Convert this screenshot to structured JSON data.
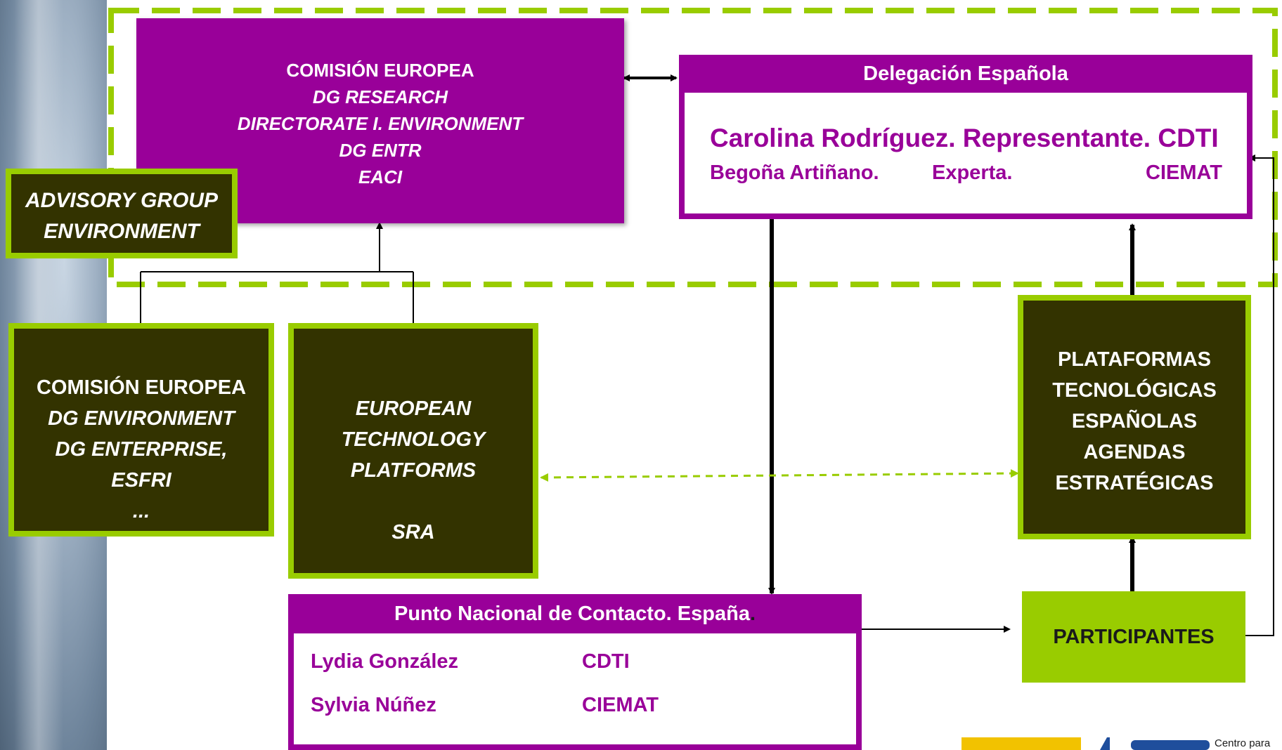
{
  "comision_dg_research": {
    "line1": "COMISIÓN EUROPEA",
    "line2": "DG RESEARCH",
    "line3": "DIRECTORATE I. ENVIRONMENT",
    "line4": "DG ENTR",
    "line5": "EACI"
  },
  "delegacion": {
    "header": "Delegación Española",
    "rep_name": "Carolina Rodríguez.",
    "rep_role": "Representante.",
    "rep_org": "CDTI",
    "exp_name": "Begoña Artiñano.",
    "exp_role": "Experta.",
    "exp_org": "CIEMAT"
  },
  "advisory": {
    "line1": "ADVISORY GROUP",
    "line2": "ENVIRONMENT"
  },
  "comision_dg_env": {
    "line1": "COMISIÓN EUROPEA",
    "line2": "DG ENVIRONMENT",
    "line3": "DG ENTERPRISE,",
    "line4": "ESFRI",
    "line5": "..."
  },
  "etp": {
    "line1": "EUROPEAN",
    "line2": "TECHNOLOGY",
    "line3": "PLATFORMS",
    "line4": "SRA"
  },
  "plataformas": {
    "line1": "PLATAFORMAS",
    "line2": "TECNOLÓGICAS",
    "line3": "ESPAÑOLAS",
    "line4": "AGENDAS",
    "line5": "ESTRATÉGICAS"
  },
  "pnc": {
    "header": "Punto Nacional de Contacto. España",
    "header_dot": ".",
    "contacts": [
      {
        "name": "Lydia González",
        "org": "CDTI"
      },
      {
        "name": "Sylvia Núñez",
        "org": "CIEMAT"
      }
    ]
  },
  "participantes": {
    "label": "PARTICIPANTES"
  },
  "logo": {
    "text": "Centro para"
  },
  "colors": {
    "purple": "#990099",
    "dark_olive": "#333300",
    "lime": "#99cc00"
  }
}
